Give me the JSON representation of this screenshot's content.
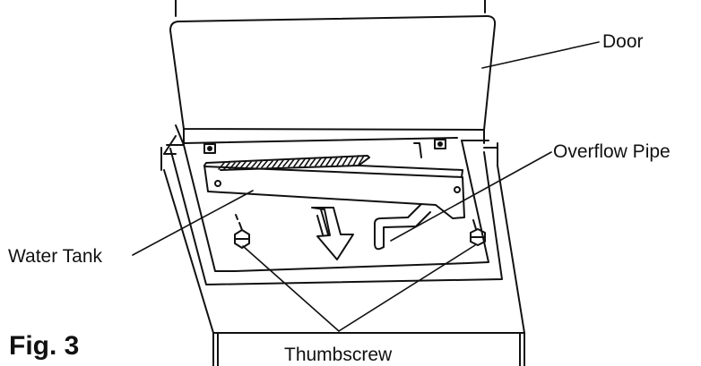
{
  "figure": {
    "caption": "Fig. 3",
    "labels": {
      "door": "Door",
      "overflow_pipe": "Overflow Pipe",
      "water_tank": "Water Tank",
      "thumbscrew": "Thumbscrew"
    }
  },
  "colors": {
    "ink": "#111111",
    "paper": "#ffffff"
  }
}
